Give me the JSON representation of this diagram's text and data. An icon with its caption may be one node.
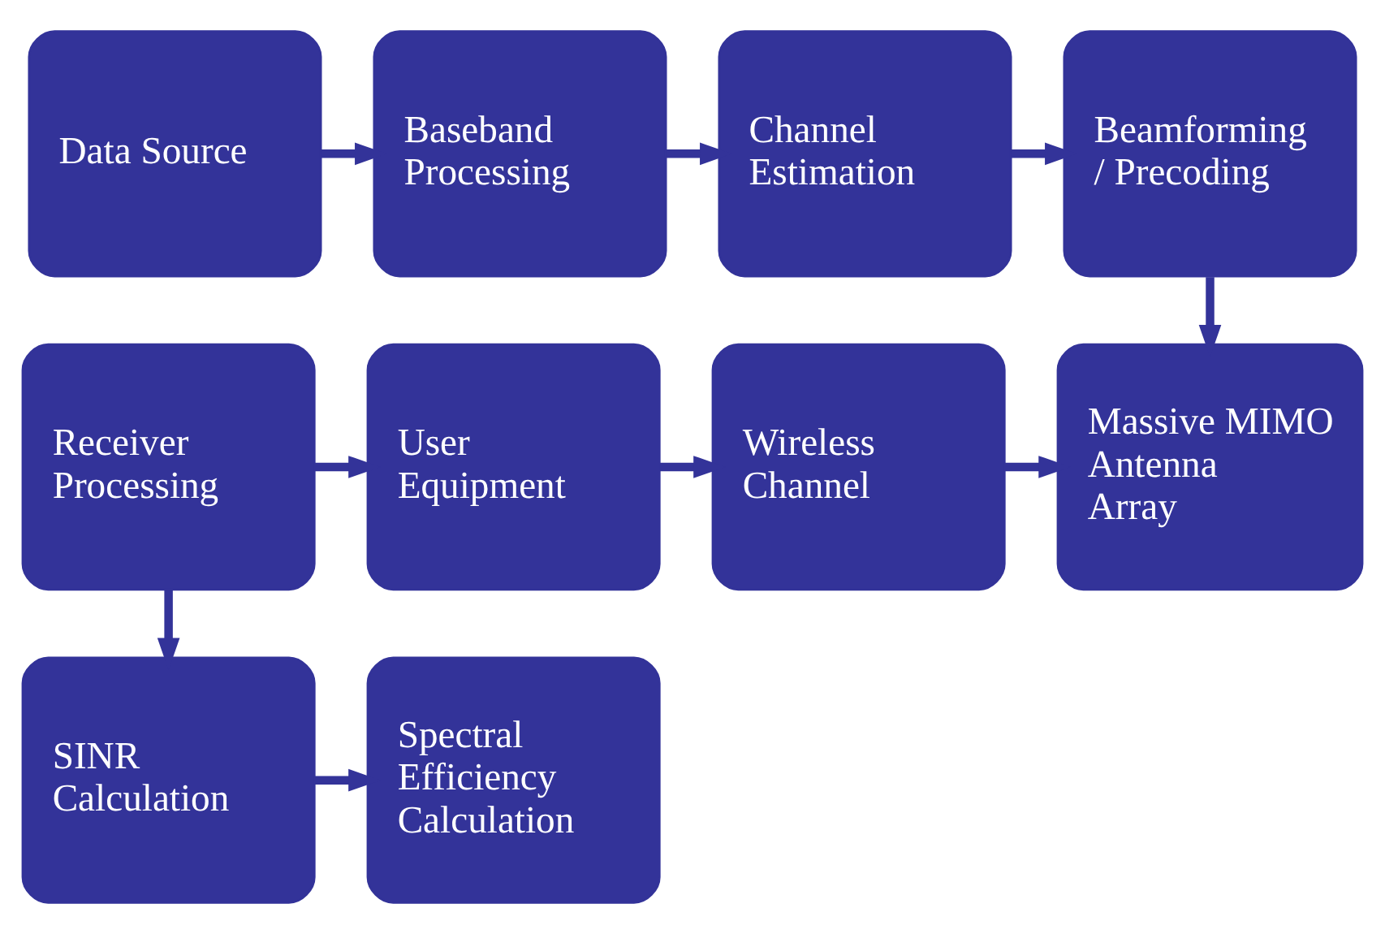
{
  "diagram": {
    "nodes": [
      {
        "text": [
          "Data Source"
        ]
      },
      {
        "text": [
          "Baseband Processing"
        ]
      },
      {
        "text": [
          "Channel Estimation"
        ]
      },
      {
        "text": [
          "Beamforming / Precoding"
        ]
      },
      {
        "text": [
          "Receiver Processing"
        ]
      },
      {
        "text": [
          "User Equipment"
        ]
      },
      {
        "text": [
          "Wireless Channel"
        ]
      },
      {
        "text": [
          "Massive MIMO Antenna Array"
        ]
      },
      {
        "text": [
          "SINR Calculation"
        ]
      },
      {
        "text": [
          "Spectral Efficiency Calculation"
        ]
      }
    ],
    "edges": [
      {
        "from": 0,
        "to": 1,
        "arrow": "to"
      },
      {
        "from": 1,
        "to": 2,
        "arrow": "to"
      },
      {
        "from": 2,
        "to": 3,
        "arrow": "to"
      },
      {
        "from": 3,
        "to": 7,
        "arrow": "to"
      },
      {
        "from": 4,
        "to": 5,
        "arrow": "to"
      },
      {
        "from": 5,
        "to": 6,
        "arrow": "to"
      },
      {
        "from": 6,
        "to": 7,
        "arrow": "to"
      },
      {
        "from": 4,
        "to": 8,
        "arrow": "to"
      },
      {
        "from": 8,
        "to": 9,
        "arrow": "to"
      }
    ]
  }
}
